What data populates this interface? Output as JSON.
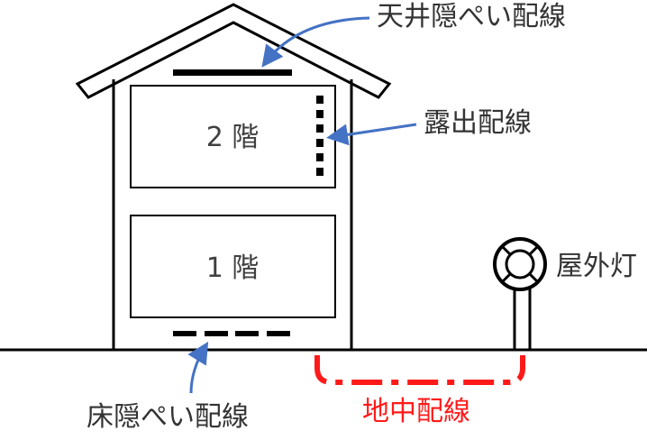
{
  "labels": {
    "ceiling_wiring": "天井隠ぺい配線",
    "exposed_wiring": "露出配線",
    "floor_wiring": "床隠ぺい配線",
    "underground_wiring": "地中配線",
    "outdoor_light": "屋外灯",
    "floor_2": "2 階",
    "floor_1": "1 階"
  },
  "colors": {
    "line": "#000000",
    "arrow": "#4472c4",
    "underground": "#ff1a1a",
    "text": "#333333"
  }
}
